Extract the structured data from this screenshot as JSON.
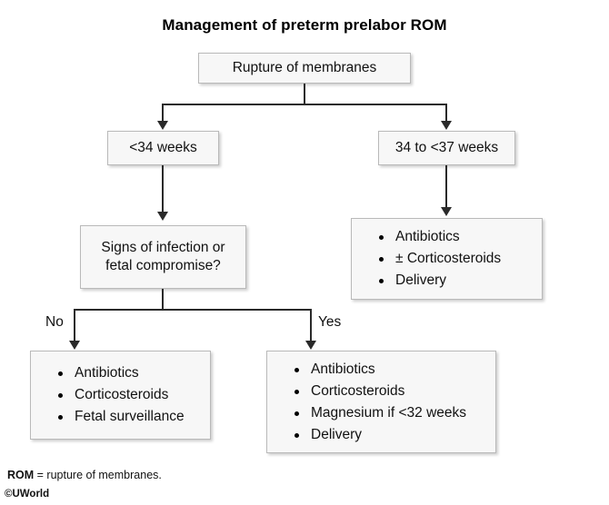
{
  "title": "Management of preterm prelabor ROM",
  "nodes": {
    "root": {
      "label": "Rupture of membranes"
    },
    "early": {
      "label": "<34 weeks"
    },
    "late": {
      "label": "34 to <37 weeks"
    },
    "decision": {
      "line1": "Signs of infection or",
      "line2": "fetal compromise?"
    },
    "late_treatment": {
      "items": [
        "Antibiotics",
        "± Corticosteroids",
        "Delivery"
      ]
    },
    "no_treatment": {
      "items": [
        "Antibiotics",
        "Corticosteroids",
        "Fetal surveillance"
      ]
    },
    "yes_treatment": {
      "items": [
        "Antibiotics",
        "Corticosteroids",
        "Magnesium if <32 weeks",
        "Delivery"
      ]
    }
  },
  "branch_labels": {
    "no": "No",
    "yes": "Yes"
  },
  "footnotes": {
    "abbreviation_term": "ROM",
    "abbreviation_definition": " = rupture of membranes.",
    "copyright": "©UWorld"
  },
  "colors": {
    "box_fill": "#f7f7f7",
    "box_border": "#b9b9b9",
    "connector": "#2a2a2a",
    "text": "#111111",
    "background": "#ffffff"
  }
}
